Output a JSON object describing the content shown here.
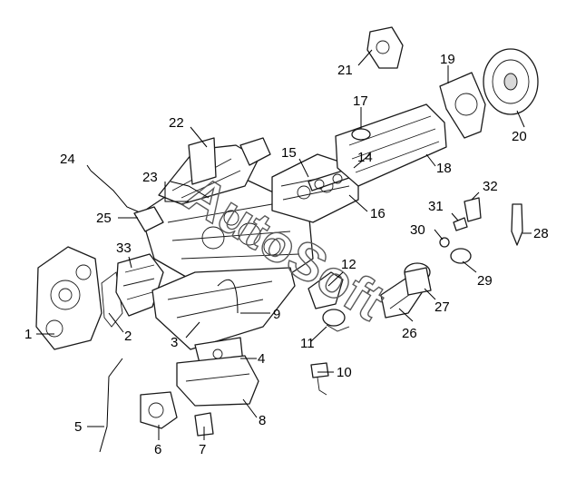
{
  "watermark": "AutoSoft",
  "callouts": [
    "1",
    "2",
    "3",
    "4",
    "5",
    "6",
    "7",
    "8",
    "9",
    "10",
    "11",
    "12",
    "14",
    "15",
    "16",
    "17",
    "18",
    "19",
    "20",
    "21",
    "22",
    "23",
    "24",
    "25",
    "26",
    "27",
    "28",
    "29",
    "30",
    "31",
    "32",
    "33"
  ]
}
